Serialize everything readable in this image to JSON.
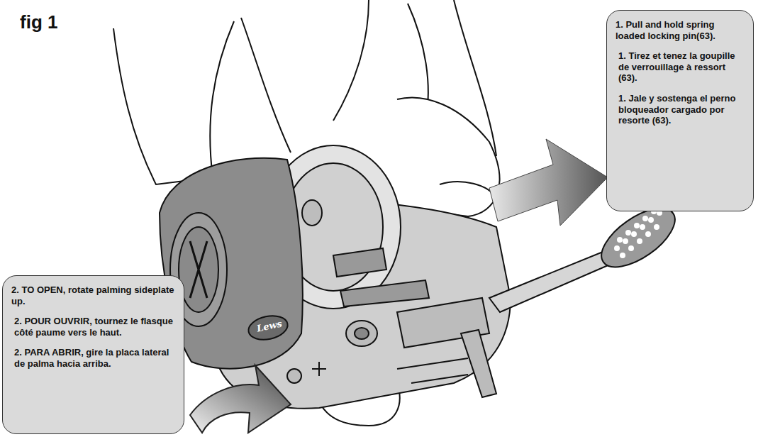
{
  "diagram": {
    "title": "fig 1",
    "nodes": [
      {
        "text": [
          "1. Pull and hold spring loaded locking pin(63).",
          "1. Tirez et tenez la goupille de verrouillage à ressort (63).",
          "1. Jale y sostenga el perno bloqueador cargado por resorte (63)."
        ]
      },
      {
        "text": [
          "2. TO OPEN, rotate palming sideplate up.",
          "2. POUR OUVRIR, tournez le flasque côté paume vers le haut.",
          "2. PARA ABRIR, gire la placa lateral de palma hacia arriba."
        ]
      }
    ],
    "labels": [
      "Lews"
    ]
  }
}
